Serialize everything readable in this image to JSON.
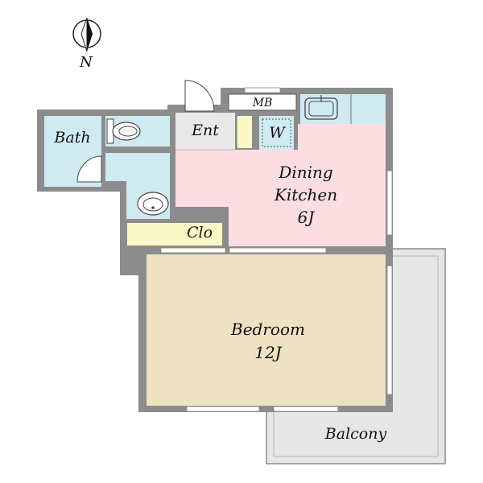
{
  "compass": {
    "label": "N",
    "icon": "north-arrow-icon"
  },
  "rooms": {
    "bath": {
      "name": "Bath"
    },
    "entrance": {
      "name": "Ent"
    },
    "meter_box": {
      "name": "MB"
    },
    "washer": {
      "name": "W"
    },
    "dining_kitchen": {
      "name_line1": "Dining",
      "name_line2": "Kitchen",
      "size": "6J"
    },
    "closet": {
      "name": "Clo"
    },
    "bedroom": {
      "name": "Bedroom",
      "size": "12J"
    },
    "balcony": {
      "name": "Balcony"
    }
  },
  "colors": {
    "wall": "#8c8c8c",
    "wet_area": "#cfeaf0",
    "entrance_floor": "#e9e9e9",
    "storage": "#fbf8c8",
    "dining_kitchen": "#fbdde2",
    "bedroom": "#efe2c2",
    "balcony": "#e6e6e6"
  }
}
